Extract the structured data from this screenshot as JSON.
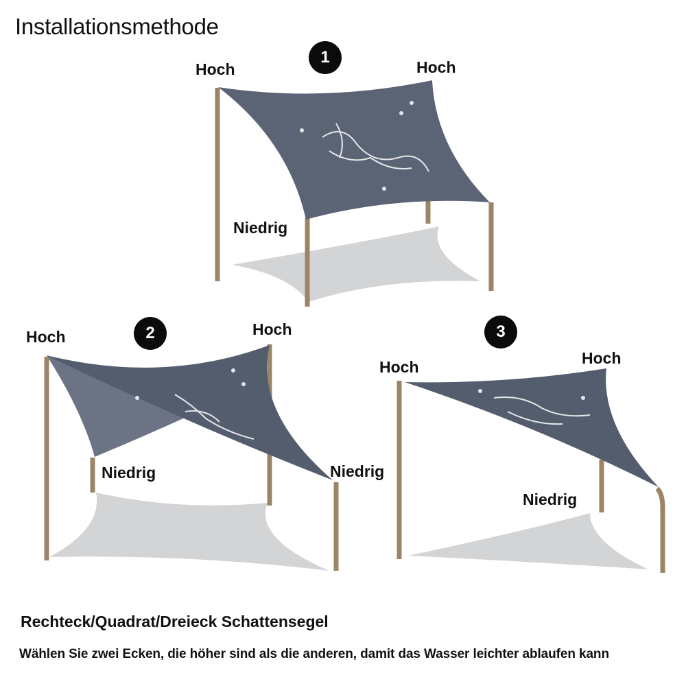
{
  "title": "Installationsmethode",
  "colors": {
    "sail": "#5b6475",
    "sail_shadow": "#d3d4d6",
    "pole": "#9c8466",
    "badge": "#0b0b0b"
  },
  "diagrams": [
    {
      "number": "1",
      "labels": {
        "high_left": "Hoch",
        "high_right": "Hoch",
        "low": "Niedrig"
      }
    },
    {
      "number": "2",
      "labels": {
        "high_left": "Hoch",
        "high_right": "Hoch",
        "low_left": "Niedrig",
        "low_right": "Niedrig"
      }
    },
    {
      "number": "3",
      "labels": {
        "high_left": "Hoch",
        "high_right": "Hoch",
        "low": "Niedrig"
      }
    }
  ],
  "caption": {
    "heading": "Rechteck/Quadrat/Dreieck Schattensegel",
    "text": "Wählen Sie zwei Ecken, die höher sind als die anderen, damit das Wasser leichter ablaufen kann"
  }
}
